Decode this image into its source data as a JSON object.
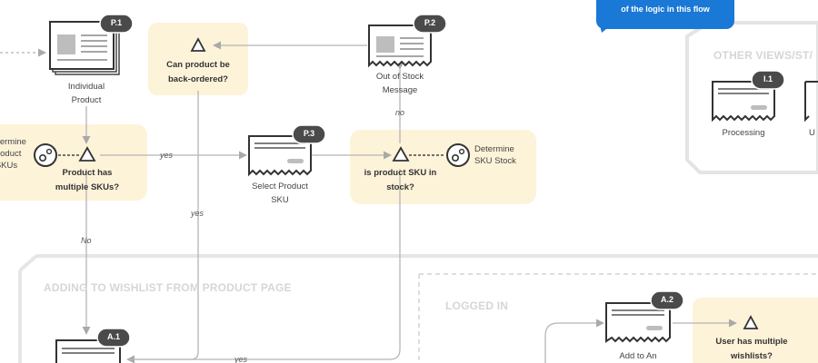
{
  "callout": {
    "text": "of the logic in this flow"
  },
  "badges": {
    "p1": "P.1",
    "p2": "P.2",
    "p3": "P.3",
    "i1": "I.1",
    "a1": "A.1",
    "a2": "A.2"
  },
  "screens": {
    "individual_product": [
      "Individual",
      "Product"
    ],
    "out_of_stock": [
      "Out of Stock",
      "Message"
    ],
    "select_product_sku": [
      "Select Product",
      "SKU"
    ],
    "processing": [
      "Processing"
    ],
    "processing_next": [
      "U"
    ],
    "add_to_an": [
      "Add to An"
    ]
  },
  "decisions": {
    "back_ordered": [
      "Can product be",
      "back-ordered?"
    ],
    "multiple_skus": [
      "Product has",
      "multiple SKUs?"
    ],
    "sku_in_stock": [
      "is product SKU in",
      "stock?"
    ],
    "multiple_wishlists": [
      "User has multiple",
      "wishlists?"
    ]
  },
  "processes": {
    "determine_product_skus": [
      "Determine",
      "Product",
      "SKUs"
    ],
    "determine_sku_stock": [
      "Determine",
      "SKU Stock"
    ]
  },
  "edges": {
    "yes_top": "yes",
    "yes_mid": "yes",
    "no_top": "no",
    "no_left": "No",
    "yes_bottom": "yes"
  },
  "sections": {
    "other_views": "OTHER VIEWS/ST/",
    "wishlist_from_product": "ADDING TO WISHLIST FROM PRODUCT PAGE",
    "logged_in": "LOGGED IN"
  },
  "colors": {
    "decision_fill": "#fdf3d9",
    "badge_fill": "#4a4a4a",
    "callout_fill": "#1a78d6",
    "line": "#b5b5b5",
    "section_border": "#e4e4e4"
  }
}
